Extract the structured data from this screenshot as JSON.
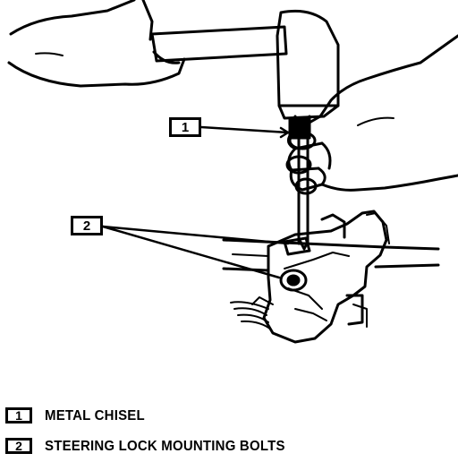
{
  "callouts": [
    {
      "number": "1"
    },
    {
      "number": "2"
    }
  ],
  "legend": [
    {
      "number": "1",
      "label": "METAL CHISEL"
    },
    {
      "number": "2",
      "label": "STEERING LOCK MOUNTING BOLTS"
    }
  ]
}
